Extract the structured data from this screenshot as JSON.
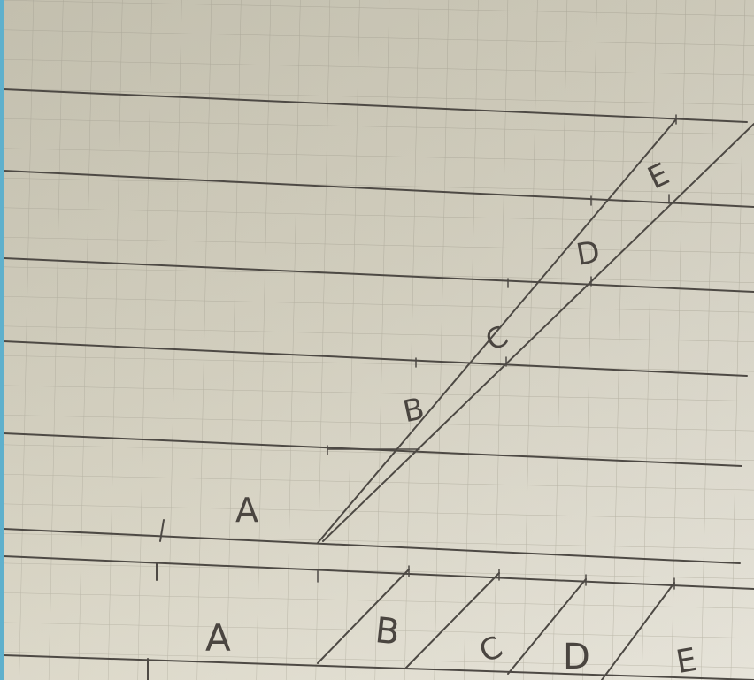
{
  "sketch": {
    "upper_labels": [
      "A",
      "B",
      "C",
      "D",
      "E"
    ],
    "lower_labels": [
      "A",
      "B",
      "C",
      "D",
      "E"
    ]
  }
}
